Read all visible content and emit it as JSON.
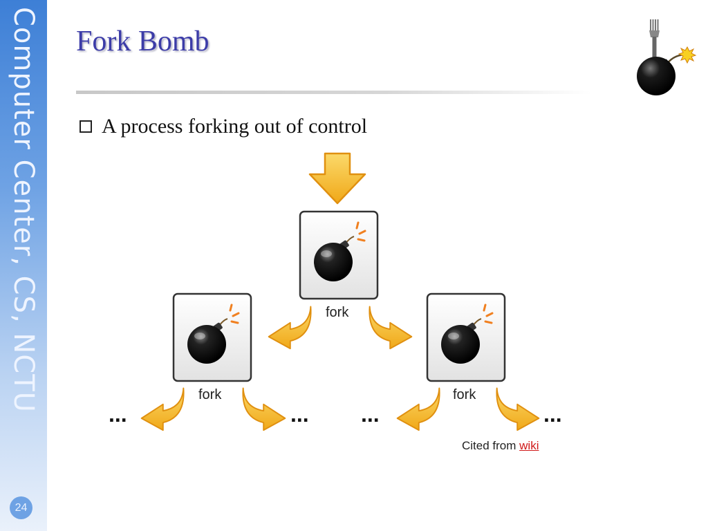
{
  "sidebar": {
    "text": "Computer Center, CS, NCTU",
    "page_number": "24"
  },
  "slide": {
    "title": "Fork Bomb",
    "bullet": "A process forking out of control"
  },
  "diagram": {
    "fork_label": "fork",
    "ellipsis": "..."
  },
  "citation": {
    "prefix": "Cited from ",
    "link_text": "wiki"
  },
  "colors": {
    "title": "#3c3ca8",
    "arrow_fill": "#f5c030",
    "arrow_stroke": "#e09010",
    "link": "#d01818"
  },
  "icons": [
    "fork-bomb-logo-icon",
    "bomb-icon",
    "curved-arrow-icon",
    "down-arrow-icon"
  ]
}
